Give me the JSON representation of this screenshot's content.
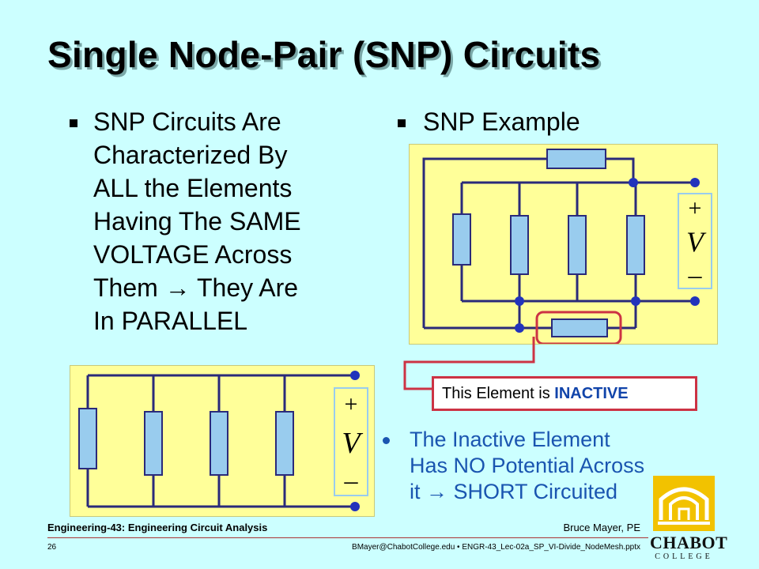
{
  "slide": {
    "title": "Single Node-Pair (SNP) Circuits",
    "left_bullet_lines": [
      "SNP  Circuits  Are",
      "Characterized  By",
      "ALL the Elements",
      "Having The SAME",
      "VOLTAGE Across",
      "Them → They Are",
      "In PARALLEL"
    ],
    "right_bullet": "SNP Example",
    "callout_prefix": "This Element is ",
    "callout_emphasis": "INACTIVE",
    "note_lines": [
      "The Inactive Element",
      "Has NO Potential Across",
      "it → SHORT Circuited"
    ],
    "circuit_labels": {
      "plus": "+",
      "voltage": "V",
      "minus": "–"
    }
  },
  "footer": {
    "course": "Engineering-43: Engineering Circuit Analysis",
    "author": "Bruce Mayer, PE",
    "page": "26",
    "file": "BMayer@ChabotCollege.edu  • ENGR-43_Lec-02a_SP_VI-Divide_NodeMesh.pptx"
  },
  "logo": {
    "name": "CHABOT",
    "sub": "COLLEGE"
  },
  "colors": {
    "background": "#ccffff",
    "circuit_bg": "#ffff99",
    "resistor": "#99ccee",
    "wire": "#2a2a7a",
    "node": "#2233bb",
    "callout": "#cc3344",
    "note": "#1a55b0"
  }
}
